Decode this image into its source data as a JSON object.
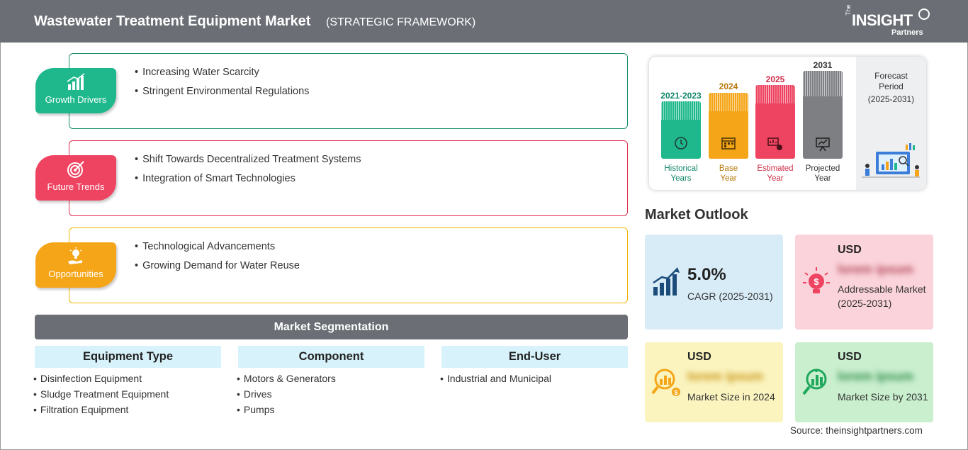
{
  "header": {
    "title": "Wastewater Treatment Equipment Market",
    "subtitle": "(STRATEGIC FRAMEWORK)",
    "logo": {
      "the": "The",
      "insight": "INSIGHT",
      "partners": "Partners"
    }
  },
  "framework": {
    "growth_drivers": {
      "label": "Growth Drivers",
      "icon": "rising-bars-icon",
      "items": [
        "Increasing Water Scarcity",
        "Stringent Environmental Regulations"
      ]
    },
    "future_trends": {
      "label": "Future Trends",
      "icon": "target-icon",
      "items": [
        "Shift Towards Decentralized Treatment Systems",
        "Integration of Smart Technologies"
      ]
    },
    "opportunities": {
      "label": "Opportunities",
      "icon": "hand-lightbulb-icon",
      "items": [
        "Technological Advancements",
        "Growing Demand for Water Reuse"
      ]
    }
  },
  "segmentation": {
    "title": "Market Segmentation",
    "columns": [
      {
        "heading": "Equipment Type",
        "items": [
          "Disinfection Equipment",
          "Sludge Treatment Equipment",
          "Filtration Equipment"
        ]
      },
      {
        "heading": "Component",
        "items": [
          "Motors & Generators",
          "Drives",
          "Pumps"
        ]
      },
      {
        "heading": "End-User",
        "items": [
          "Industrial and Municipal"
        ]
      }
    ]
  },
  "timeline": {
    "columns": [
      {
        "year": "2021-2023",
        "caption": [
          "Historical",
          "Years"
        ],
        "color": "#1fb88c",
        "year_color": "#13876a",
        "icon": "history-icon"
      },
      {
        "year": "2024",
        "caption": [
          "Base",
          "Year"
        ],
        "color": "#f5a518",
        "year_color": "#b7770a",
        "icon": "calendar-icon"
      },
      {
        "year": "2025",
        "caption": [
          "Estimated",
          "Year"
        ],
        "color": "#ee4461",
        "year_color": "#d12c48",
        "icon": "estimate-icon"
      },
      {
        "year": "2031",
        "caption": [
          "Projected",
          "Year"
        ],
        "color": "#7d7f83",
        "year_color": "#333333",
        "icon": "presentation-icon"
      }
    ],
    "forecast": {
      "title": [
        "Forecast",
        "Period"
      ],
      "range": "(2025-2031)"
    }
  },
  "outlook": {
    "title": "Market Outlook",
    "cagr": {
      "value": "5.0%",
      "label": "CAGR (2025-2031)",
      "color": "#d8ecf8"
    },
    "addressable": {
      "usd": "USD",
      "value": "lorem ipsum",
      "label": "Addressable Market (2025-2031)",
      "color": "#fbd3da"
    },
    "size_2024": {
      "usd": "USD",
      "value": "lorem ipsum",
      "label": "Market Size in 2024",
      "color": "#fbf4bf"
    },
    "size_2031": {
      "usd": "USD",
      "value": "lorem ipsum",
      "label": "Market Size by 2031",
      "color": "#c9efce"
    }
  },
  "source": "Source: theinsightpartners.com"
}
